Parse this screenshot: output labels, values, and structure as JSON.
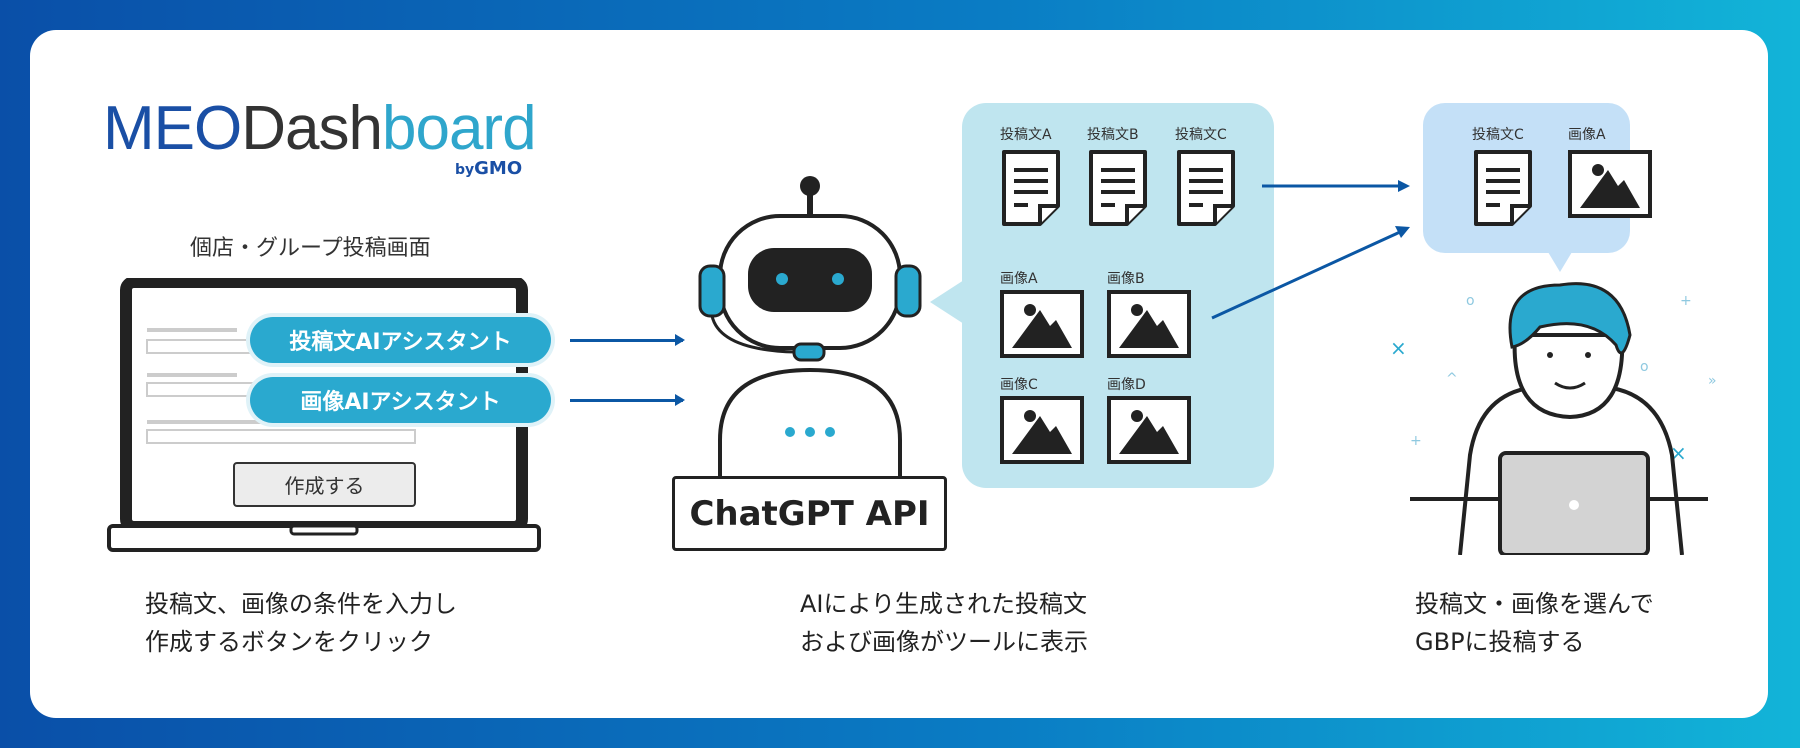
{
  "logo": {
    "meo": "MEO",
    "dash": "Dash",
    "board": "board",
    "by": "by",
    "gmo": "GMO"
  },
  "left": {
    "screen_title": "個店・グループ投稿画面",
    "pill_text": "投稿文AIアシスタント",
    "pill_image": "画像AIアシスタント",
    "create_button": "作成する"
  },
  "center": {
    "api_label": "ChatGPT API",
    "docs": [
      "投稿文A",
      "投稿文B",
      "投稿文C"
    ],
    "images": [
      "画像A",
      "画像B",
      "画像C",
      "画像D"
    ]
  },
  "right": {
    "selected_doc": "投稿文C",
    "selected_image": "画像A"
  },
  "captions": {
    "step1": [
      "投稿文、画像の条件を入力し",
      "作成するボタンをクリック"
    ],
    "step2": [
      "AIにより生成された投稿文",
      "および画像がツールに表示"
    ],
    "step3": [
      "投稿文・画像を選んで",
      "GBPに投稿する"
    ]
  },
  "colors": {
    "accent": "#2aa9cf",
    "arrow": "#0b57a4",
    "bubble": "#bfe5ef",
    "bubble_right": "#c4e0f7"
  }
}
